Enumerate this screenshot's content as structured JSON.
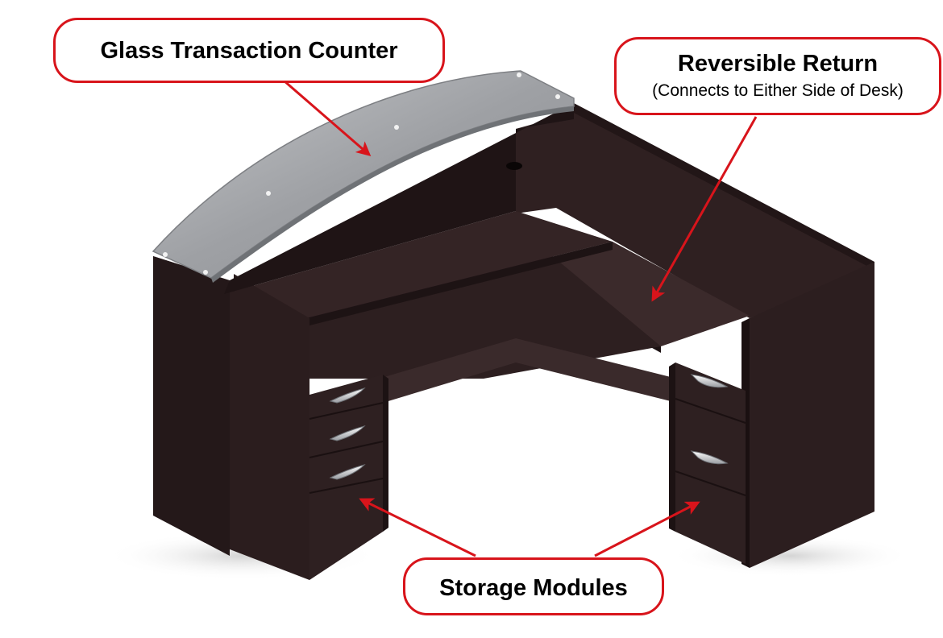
{
  "callouts": {
    "glass_counter": {
      "title": "Glass Transaction Counter"
    },
    "reversible_return": {
      "title": "Reversible Return",
      "subtitle": "(Connects to Either Side of Desk)"
    },
    "storage_modules": {
      "title": "Storage Modules"
    }
  },
  "colors": {
    "accent_red": "#d8141b",
    "wood_dark": "#2b1d1e",
    "wood_mid": "#3a2828",
    "glass": "#a9abaf",
    "handle": "#e3e5e8"
  }
}
